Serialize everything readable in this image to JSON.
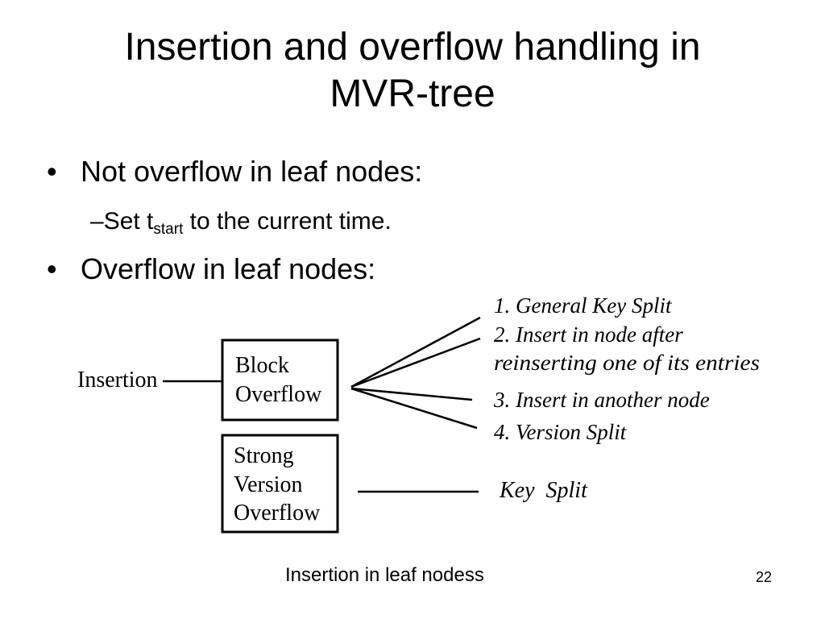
{
  "slide": {
    "title_line1": "Insertion and overflow handling in",
    "title_line2": "MVR-tree",
    "bullets": [
      {
        "marker": "•",
        "text": "Not overflow in leaf nodes:"
      },
      {
        "marker": "•",
        "text": "Overflow in leaf nodes:"
      }
    ],
    "sub_bullet": {
      "marker": "–",
      "prefix": "Set t",
      "subscript": "start",
      "suffix": " to the current time."
    },
    "caption": "Insertion in leaf nodess",
    "page_number": "22"
  },
  "diagram": {
    "insertion_label": "Insertion",
    "box1_lines": [
      "Block",
      "Overflow"
    ],
    "box2_lines": [
      "Strong",
      "Version",
      "Overflow"
    ],
    "options": [
      "1. General Key Split",
      "2. Insert in node after",
      "reinserting one of its entries",
      "3. Insert in another node",
      "4. Version Split"
    ],
    "key_split": "Key  Split"
  }
}
